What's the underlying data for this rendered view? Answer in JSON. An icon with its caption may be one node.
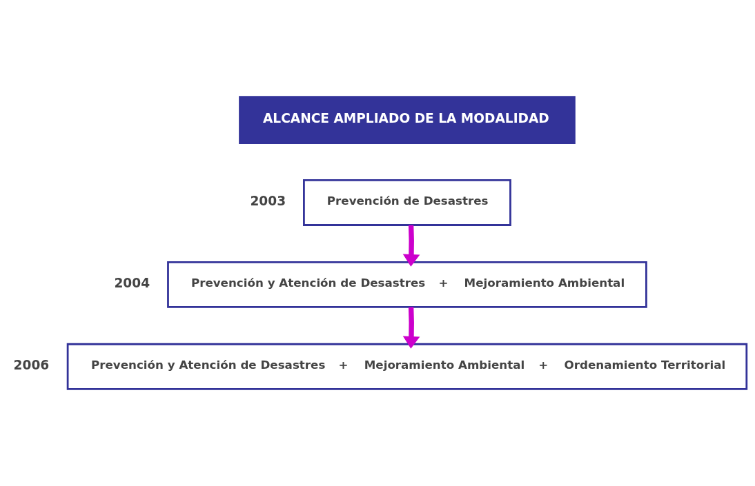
{
  "diagram": {
    "nodes": [
      {
        "text": [
          "ALCANCE AMPLIADO DE LA MODALIDAD"
        ]
      },
      {
        "text": [
          "Prevención de Desastres"
        ],
        "beside": [
          "2003"
        ]
      },
      {
        "text": [
          "Prevención y Atención de Desastres",
          "+",
          "Mejoramiento Ambiental"
        ],
        "beside": [
          "2004"
        ]
      },
      {
        "text": [
          "Prevención y Atención de Desastres",
          "+",
          "Mejoramiento Ambiental",
          "+",
          "Ordenamiento Territorial"
        ],
        "beside": [
          "2006"
        ]
      }
    ],
    "edges": [
      {
        "from": 1,
        "to": 2,
        "arrow": "to",
        "color": "#cc00cc"
      },
      {
        "from": 2,
        "to": 3,
        "arrow": "to",
        "color": "#cc00cc"
      }
    ]
  }
}
